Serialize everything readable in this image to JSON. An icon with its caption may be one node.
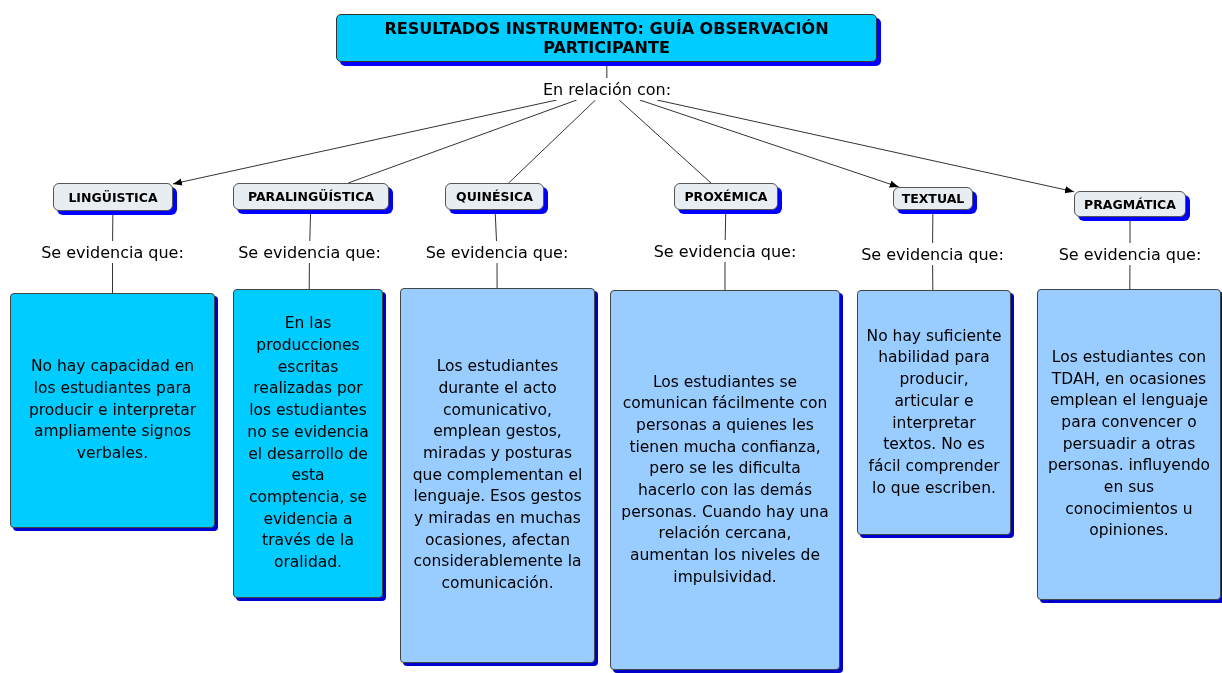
{
  "diagram": {
    "nodes": [
      {
        "text": [
          "RESULTADOS INSTRUMENTO: GUÍA OBSERVACIÓN PARTICIPANTE"
        ]
      },
      {
        "text": [
          "En relación con:"
        ]
      },
      {
        "text": [
          "LINGÜISTICA"
        ]
      },
      {
        "text": [
          "PARALINGÜÍSTICA"
        ]
      },
      {
        "text": [
          "QUINÉSICA"
        ]
      },
      {
        "text": [
          "PROXÉMICA"
        ]
      },
      {
        "text": [
          "TEXTUAL"
        ]
      },
      {
        "text": [
          "PRAGMÁTICA"
        ]
      },
      {
        "text": [
          "Se evidencia que:"
        ]
      },
      {
        "text": [
          "Se evidencia que:"
        ]
      },
      {
        "text": [
          "Se evidencia que:"
        ]
      },
      {
        "text": [
          "Se evidencia que:"
        ]
      },
      {
        "text": [
          "Se evidencia que:"
        ]
      },
      {
        "text": [
          "Se evidencia que:"
        ]
      },
      {
        "text": [
          "No hay capacidad en los estudiantes para producir e interpretar ampliamente signos verbales."
        ]
      },
      {
        "text": [
          "En las producciones escritas realizadas por los estudiantes no se evidencia el desarrollo de esta comptencia, se evidencia a través de la oralidad."
        ]
      },
      {
        "text": [
          "Los estudiantes durante el acto comunicativo, emplean gestos, miradas y posturas que complementan el lenguaje. Esos gestos y miradas en muchas ocasiones, afectan considerablemente la comunicación."
        ]
      },
      {
        "text": [
          "Los estudiantes se comunican fácilmente con personas a quienes les tienen mucha confianza, pero se les dificulta hacerlo con las demás personas. Cuando hay una relación cercana, aumentan los niveles de impulsividad."
        ]
      },
      {
        "text": [
          "No hay suficiente habilidad para producir, articular e interpretar textos. No es fácil comprender lo que escriben."
        ]
      },
      {
        "text": [
          "Los estudiantes con TDAH, en ocasiones emplean el lenguaje para convencer o persuadir a otras personas. influyendo en sus conocimientos u opiniones."
        ]
      }
    ],
    "edges": [
      {
        "from": 0,
        "to": 1,
        "arrow": "none"
      },
      {
        "from": 1,
        "to": 2,
        "arrow": "to"
      },
      {
        "from": 1,
        "to": 3,
        "arrow": "none"
      },
      {
        "from": 1,
        "to": 4,
        "arrow": "none"
      },
      {
        "from": 1,
        "to": 5,
        "arrow": "none"
      },
      {
        "from": 1,
        "to": 6,
        "arrow": "to"
      },
      {
        "from": 1,
        "to": 7,
        "arrow": "to"
      },
      {
        "from": 2,
        "to": 8,
        "arrow": "none"
      },
      {
        "from": 3,
        "to": 9,
        "arrow": "none"
      },
      {
        "from": 4,
        "to": 10,
        "arrow": "none"
      },
      {
        "from": 5,
        "to": 11,
        "arrow": "none"
      },
      {
        "from": 6,
        "to": 12,
        "arrow": "none"
      },
      {
        "from": 7,
        "to": 13,
        "arrow": "none"
      },
      {
        "from": 8,
        "to": 14,
        "arrow": "none"
      },
      {
        "from": 9,
        "to": 15,
        "arrow": "none"
      },
      {
        "from": 10,
        "to": 16,
        "arrow": "none"
      },
      {
        "from": 11,
        "to": 17,
        "arrow": "none"
      },
      {
        "from": 12,
        "to": 18,
        "arrow": "none"
      },
      {
        "from": 13,
        "to": 19,
        "arrow": "none"
      }
    ]
  }
}
